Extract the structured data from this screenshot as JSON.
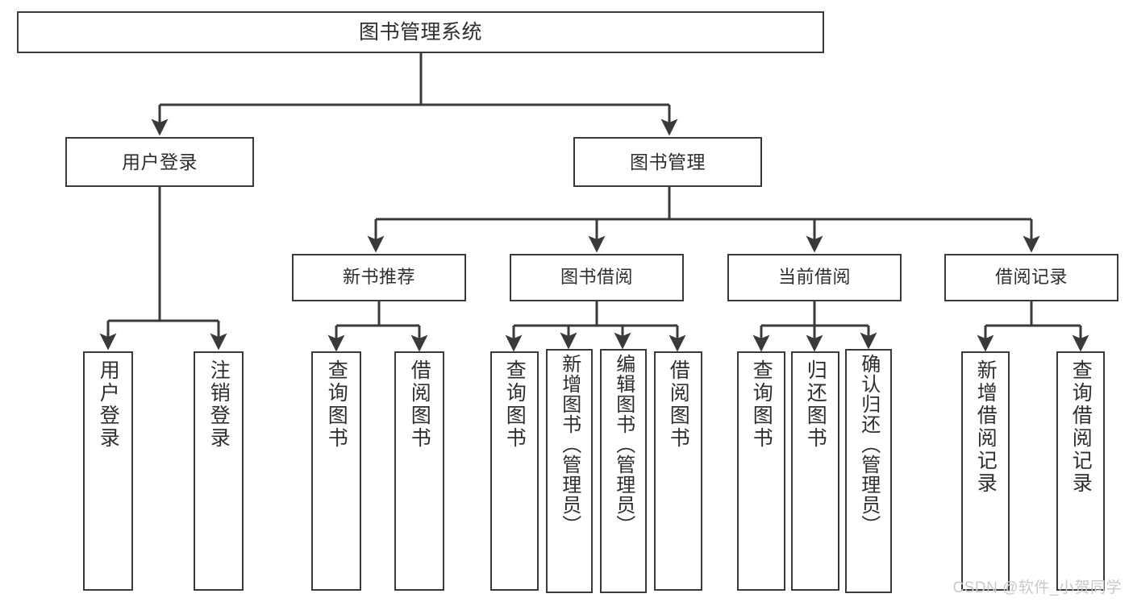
{
  "diagram": {
    "type": "tree-hierarchy",
    "title": "图书管理系统",
    "orientation": "top-down",
    "colors": {
      "background": "#ffffff",
      "box_border": "#3a3a3a",
      "box_fill": "#ffffff",
      "text": "#2e2e2e",
      "connector": "#3a3a3a",
      "watermark": "#c9c9c9"
    },
    "root": {
      "label": "图书管理系统"
    },
    "level2": [
      {
        "label": "用户登录"
      },
      {
        "label": "图书管理"
      }
    ],
    "level3": [
      {
        "label": "新书推荐"
      },
      {
        "label": "图书借阅"
      },
      {
        "label": "当前借阅"
      },
      {
        "label": "借阅记录"
      }
    ],
    "leaves": {
      "user_login": [
        {
          "label": "用户登录"
        },
        {
          "label": "注销登录"
        }
      ],
      "new_book_recommend": [
        {
          "label": "查询图书"
        },
        {
          "label": "借阅图书"
        }
      ],
      "book_borrow": [
        {
          "label": "查询图书"
        },
        {
          "label": "新增图书（管理员）"
        },
        {
          "label": "编辑图书（管理员）"
        },
        {
          "label": "借阅图书"
        }
      ],
      "current_borrow": [
        {
          "label": "查询图书"
        },
        {
          "label": "归还图书"
        },
        {
          "label": "确认归还（管理员）"
        }
      ],
      "borrow_records": [
        {
          "label": "新增借阅记录"
        },
        {
          "label": "查询借阅记录"
        }
      ]
    }
  },
  "watermark": {
    "text": "CSDN @软件_小贺同学"
  }
}
